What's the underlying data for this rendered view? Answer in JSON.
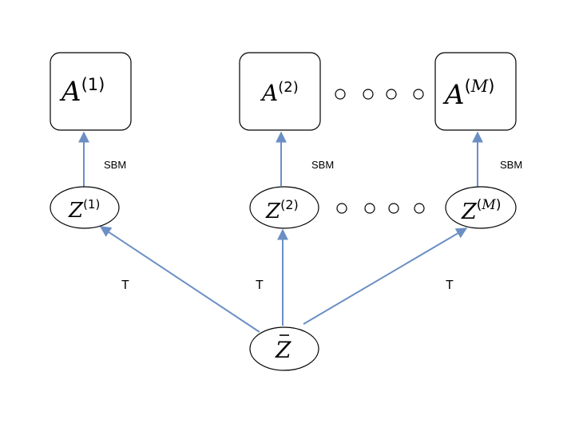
{
  "nodes": {
    "a1": {
      "base": "A",
      "sup": "(1)"
    },
    "a2": {
      "base": "A",
      "sup": "(2)"
    },
    "am": {
      "base": "A",
      "sup_open": "(",
      "sup_var": "M",
      "sup_close": ")"
    },
    "z1": {
      "base": "Z",
      "sup": "(1)"
    },
    "z2": {
      "base": "Z",
      "sup": "(2)"
    },
    "zm": {
      "base": "Z",
      "sup_open": "(",
      "sup_var": "M",
      "sup_close": ")"
    },
    "zbar": {
      "base": "Z"
    }
  },
  "edge_labels": {
    "sbm": "SBM",
    "t": "T"
  },
  "colors": {
    "edge": "#6b8fc4"
  }
}
